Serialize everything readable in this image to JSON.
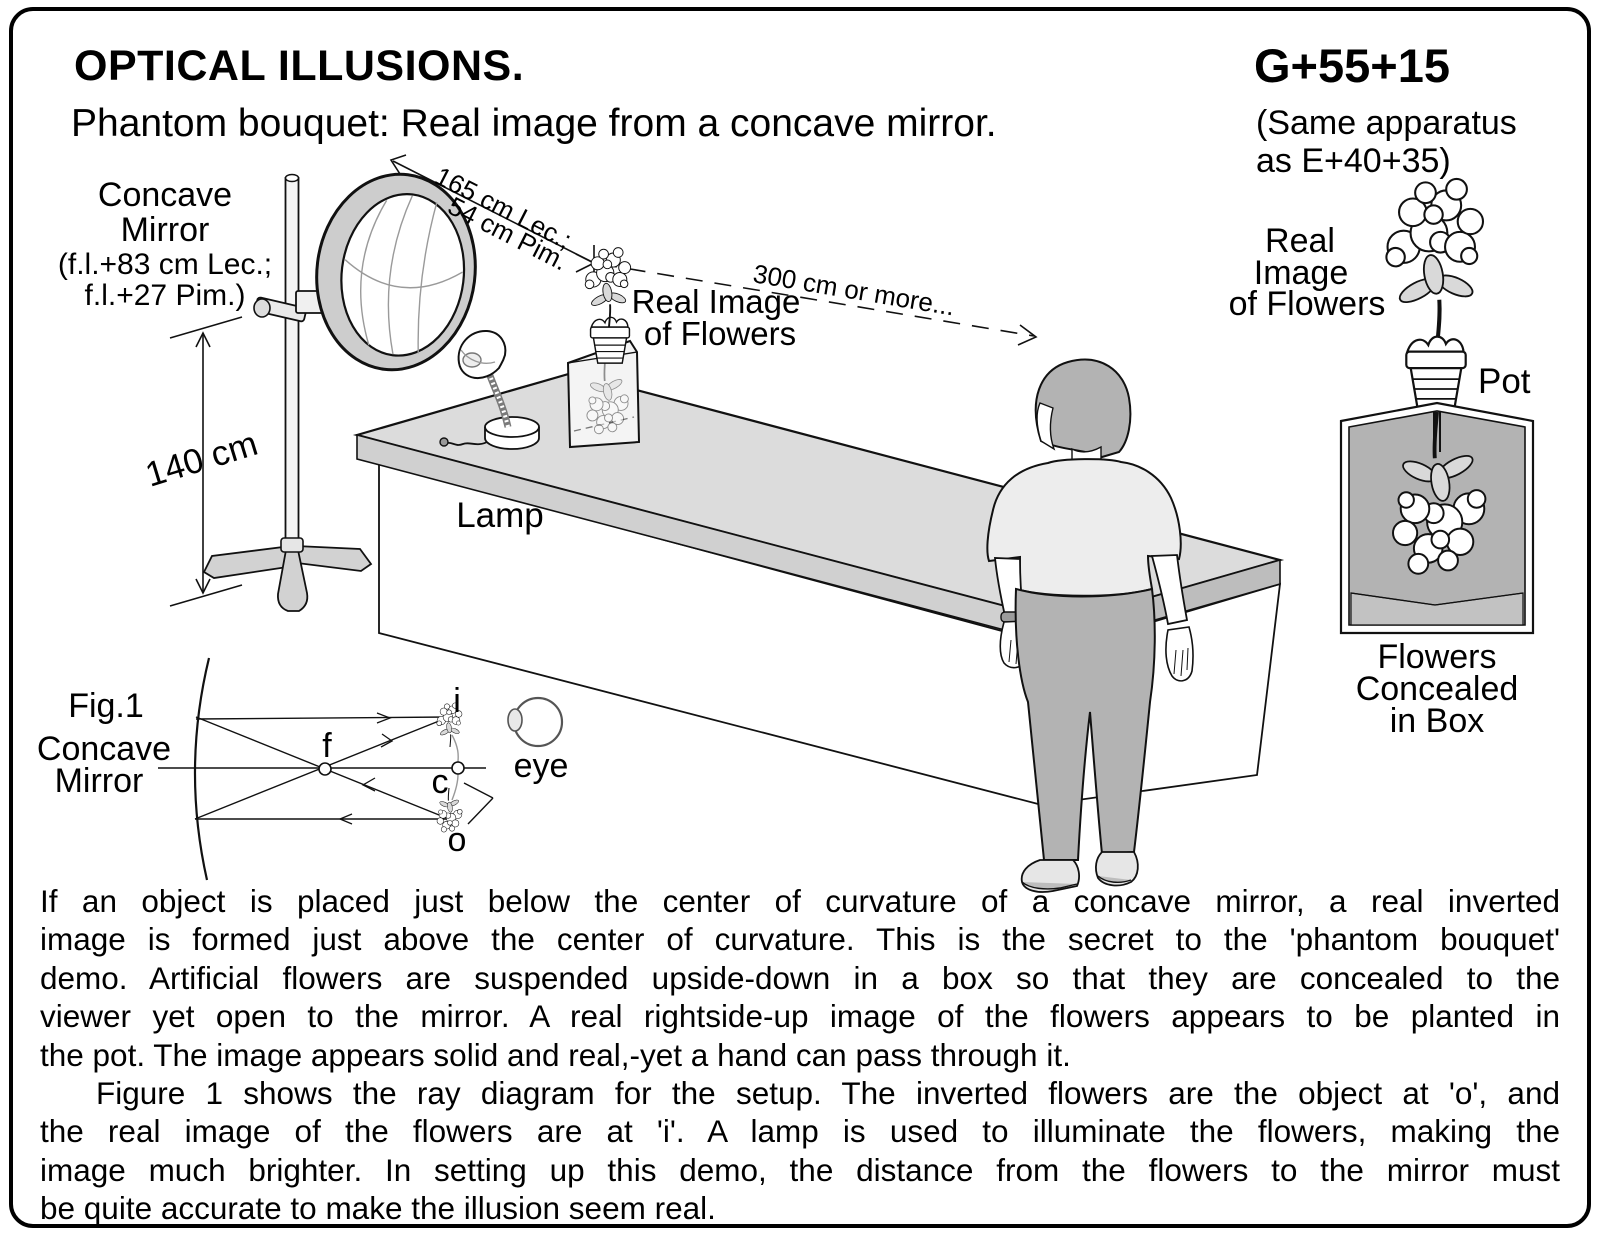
{
  "header": {
    "title": "OPTICAL ILLUSIONS.",
    "catalog_code": "G+55+15",
    "subtitle": "Phantom bouquet: Real image from a concave mirror.",
    "apparatus_note_line1": "(Same apparatus",
    "apparatus_note_line2": "as E+40+35)"
  },
  "apparatus": {
    "mirror_label_line1": "Concave",
    "mirror_label_line2": "Mirror",
    "mirror_label_line3": "(f.l.+83 cm Lec.;",
    "mirror_label_line4": "f.l.+27 Pim.)",
    "stand_height": "140 cm",
    "mirror_to_image_line1": "165 cm Lec.;",
    "mirror_to_image_line2": "54 cm Pim.",
    "viewing_distance": "300 cm or more...",
    "lamp_label": "Lamp",
    "real_image_line1": "Real Image",
    "real_image_line2": "of Flowers"
  },
  "detail": {
    "real_image_line1": "Real",
    "real_image_line2": "Image",
    "real_image_line3": "of Flowers",
    "pot_label": "Pot",
    "concealed_line1": "Flowers",
    "concealed_line2": "Concealed",
    "concealed_line3": "in Box"
  },
  "fig1": {
    "caption": "Fig.1",
    "mirror_line1": "Concave",
    "mirror_line2": "Mirror",
    "focal_point": "f",
    "center_point": "c",
    "image_point": "i",
    "object_point": "o",
    "eye_label": "eye"
  },
  "body": {
    "p1_lines": [
      "If an object is placed just below the center of curvature of a concave mirror, a real  inverted",
      "image is formed just above the center of curvature. This is the secret to the 'phantom bouquet'",
      "demo. Artificial flowers are suspended upside-down in a box so that they are concealed to the",
      "viewer yet open to the mirror. A real rightside-up image of the flowers appears to be planted in",
      "the pot. The image appears solid and real,-yet a hand can pass through it."
    ],
    "p2_lines": [
      "Figure 1 shows the ray diagram for the setup. The inverted flowers are the object at 'o', and",
      "the real image of the flowers are at 'i'. A lamp is used to illuminate the flowers, making the",
      "image much brighter. In setting up this demo, the distance from the flowers to the mirror must",
      "be quite accurate to make the illusion seem real."
    ]
  },
  "colors": {
    "ink": "#111111",
    "table_top": "#dcdcdc",
    "table_edge": "#c6c6c6",
    "mid_gray": "#b3b3b3",
    "shirt_gray": "#ededed",
    "stipple_gray": "#cdcdcd",
    "box_interior": "#b3b3b3"
  }
}
